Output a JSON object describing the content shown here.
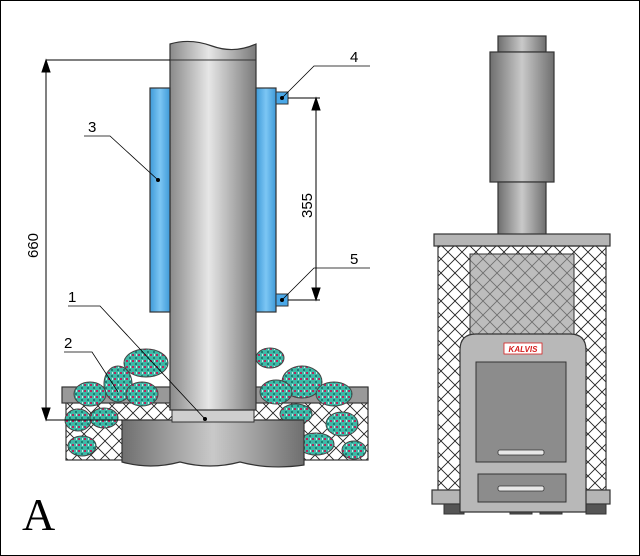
{
  "diagram": {
    "panel_letter": "A",
    "dimensions": {
      "overall_height": "660",
      "tank_height": "355"
    },
    "callouts": [
      "1",
      "2",
      "3",
      "4",
      "5"
    ],
    "brand": "KALVIS",
    "colors": {
      "tank": "#4aa8e8",
      "pipe_light": "#e6e6e6",
      "pipe_dark": "#8a8a8a",
      "stone": "#3fb8a6",
      "brand_red": "#d62020"
    }
  }
}
